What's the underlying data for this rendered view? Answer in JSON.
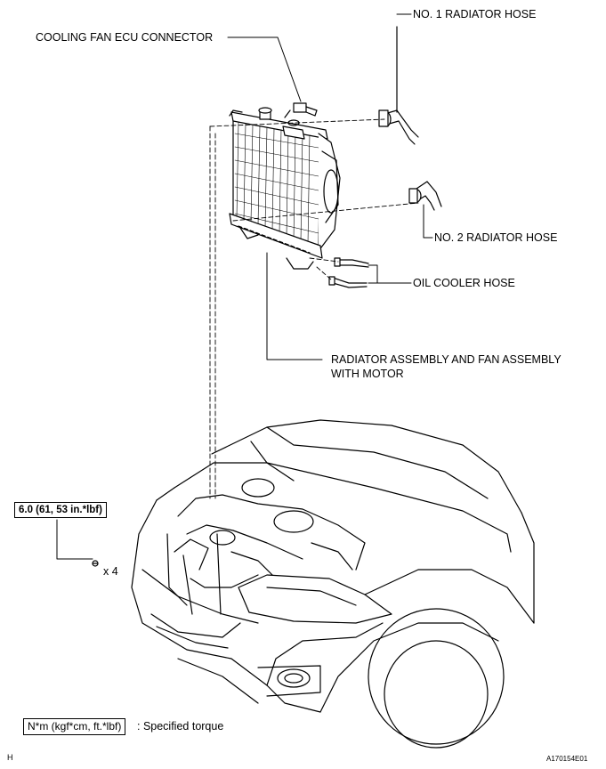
{
  "labels": {
    "cooling_fan_connector": "COOLING FAN ECU CONNECTOR",
    "no1_hose": "NO. 1 RADIATOR HOSE",
    "no2_hose": "NO. 2 RADIATOR HOSE",
    "oil_cooler_hose": "OIL COOLER HOSE",
    "radiator_line1": "RADIATOR ASSEMBLY AND FAN ASSEMBLY",
    "radiator_line2": "WITH MOTOR"
  },
  "torque": {
    "value": "6.0 (61, 53 in.*lbf)",
    "quantity": "x 4"
  },
  "legend": {
    "unit_box": "N*m (kgf*cm, ft.*lbf)",
    "description": ": Specified torque"
  },
  "footer": {
    "left_code": "H",
    "figure_id": "A170154E01"
  }
}
